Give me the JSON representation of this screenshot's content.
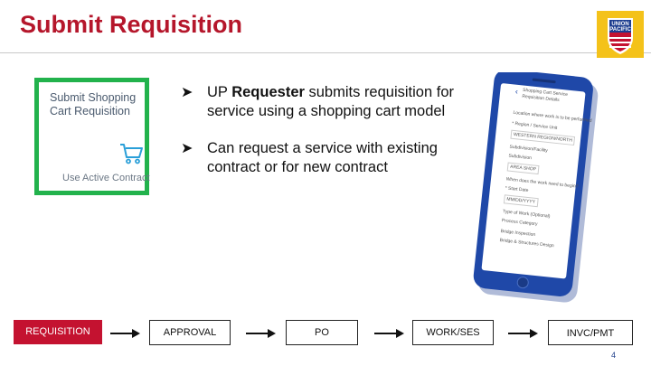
{
  "slide": {
    "title": "Submit Requisition",
    "page_number": "4"
  },
  "logo": {
    "line1": "UNION",
    "line2": "PACIFIC",
    "colors": {
      "field": "#f4c21a",
      "shield_blue": "#1d3d8f",
      "shield_red": "#c41230"
    }
  },
  "tile": {
    "title": "Submit Shopping Cart Requisition",
    "subtitle": "Use Active Contract",
    "border_color": "#22b24c",
    "icon": "shopping-cart-icon"
  },
  "bullets": [
    {
      "prefix": "UP ",
      "bold": "Requester",
      "rest": " submits requisition for service using a shopping cart model"
    },
    {
      "prefix": "",
      "bold": "",
      "rest": "Can request a service with existing contract or for new contract"
    }
  ],
  "phone": {
    "frame_color": "#1d3d8f",
    "screen_lines": [
      "Shopping Cart Service",
      "Requisition Details",
      "Location where work is to be performed",
      "* Region / Service Unit",
      "WESTERN REGION/NORTH",
      "Subdivision/Facility",
      "Subdivision",
      "AREA SHOP",
      "When does the work need to begin?",
      "* Start Date",
      "MM/DD/YYYY",
      "Type of Work (Optional)",
      "Process Category",
      "Bridge Inspection",
      "Bridge & Structures Design"
    ]
  },
  "flow": {
    "steps": [
      "REQUISITION",
      "APPROVAL",
      "PO",
      "WORK/SES",
      "INVC/PMT"
    ],
    "active_color": "#c41230"
  }
}
